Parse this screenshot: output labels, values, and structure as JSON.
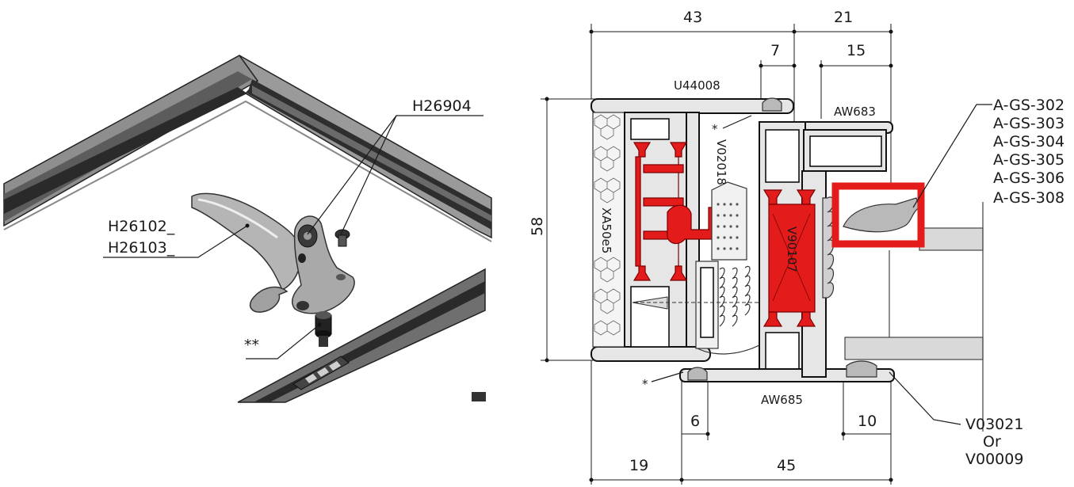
{
  "left_view": {
    "labels": {
      "pin_screw": "H26904",
      "handle_a": "H26102_",
      "handle_b": "H26103_",
      "spindle": "**"
    }
  },
  "section": {
    "dims_top": {
      "overall_left": "43",
      "overall_right": "21",
      "seal_gap": "7",
      "glass_offset": "15"
    },
    "dims_left": {
      "height": "58"
    },
    "dims_bottom": {
      "left": "19",
      "right": "45",
      "gap_left": "6",
      "gap_right": "10"
    },
    "profiles": {
      "top": "U44008",
      "sash": "AW683",
      "bottom": "AW685"
    },
    "rotated": {
      "insulation": "XA50e5",
      "strip_top": "V02018",
      "strip_mid": "V90107"
    },
    "asterisk_top": "*",
    "asterisk_bottom": "*",
    "glazing_gaskets": [
      "A-GS-302",
      "A-GS-303",
      "A-GS-304",
      "A-GS-305",
      "A-GS-306",
      "A-GS-308"
    ],
    "bottom_seal": {
      "code_a": "V03021",
      "or": "Or",
      "code_b": "V00009"
    },
    "highlight_color": "#e31b1b"
  }
}
